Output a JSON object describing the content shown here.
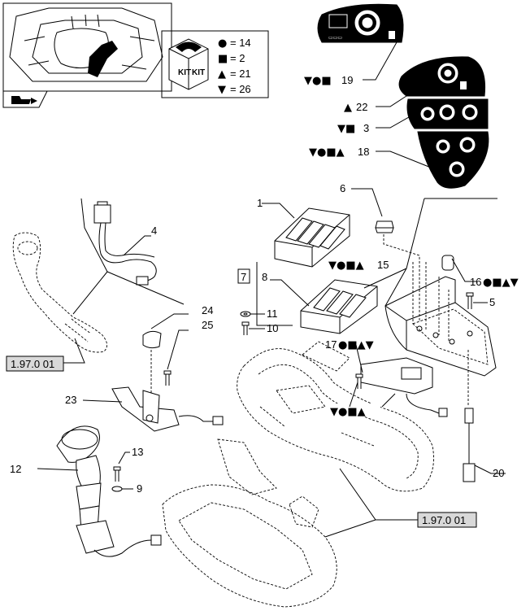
{
  "kit_box": {
    "kit_top": "KIT",
    "kit_bottom": "KIT",
    "lines": [
      {
        "symbol": "●",
        "text": "= 14"
      },
      {
        "symbol": "■",
        "text": "= 2"
      },
      {
        "symbol": "▲",
        "text": "= 21"
      },
      {
        "symbol": "▼",
        "text": "= 26"
      }
    ]
  },
  "callouts": [
    {
      "id": "c19",
      "symbols": "▼●■",
      "number": "19"
    },
    {
      "id": "c22",
      "symbols": "▲",
      "number": "22"
    },
    {
      "id": "c3",
      "symbols": "▼■",
      "number": "3"
    },
    {
      "id": "c18",
      "symbols": "▼●■▲",
      "number": "18"
    },
    {
      "id": "c1",
      "symbols": "",
      "number": "1"
    },
    {
      "id": "c6",
      "symbols": "",
      "number": "6"
    },
    {
      "id": "c4",
      "symbols": "",
      "number": "4"
    },
    {
      "id": "c7",
      "symbols": "",
      "number": "7"
    },
    {
      "id": "c8",
      "symbols": "",
      "number": "8"
    },
    {
      "id": "c15",
      "symbols": "▼●■▲",
      "number": "15"
    },
    {
      "id": "c16",
      "symbols": "●■▲▼",
      "number": "16"
    },
    {
      "id": "c5",
      "symbols": "",
      "number": "5"
    },
    {
      "id": "c24",
      "symbols": "",
      "number": "24"
    },
    {
      "id": "c11",
      "symbols": "",
      "number": "11"
    },
    {
      "id": "c25",
      "symbols": "",
      "number": "25"
    },
    {
      "id": "c10",
      "symbols": "",
      "number": "10"
    },
    {
      "id": "c17",
      "symbols": "●■▲▼",
      "number": "17"
    },
    {
      "id": "c23",
      "symbols": "",
      "number": "23"
    },
    {
      "id": "c13",
      "symbols": "",
      "number": "13"
    },
    {
      "id": "c12",
      "symbols": "",
      "number": "12"
    },
    {
      "id": "c9",
      "symbols": "",
      "number": "9"
    },
    {
      "id": "c20",
      "symbols": "",
      "number": "20"
    },
    {
      "id": "c_mid",
      "symbols": "▼●■▲",
      "number": ""
    }
  ],
  "references": {
    "ref_left": "1.97.0 01",
    "ref_right": "1.97.0 01"
  },
  "colors": {
    "ink": "#000000",
    "paper": "#ffffff",
    "ref_box": "#d9d9d9"
  }
}
